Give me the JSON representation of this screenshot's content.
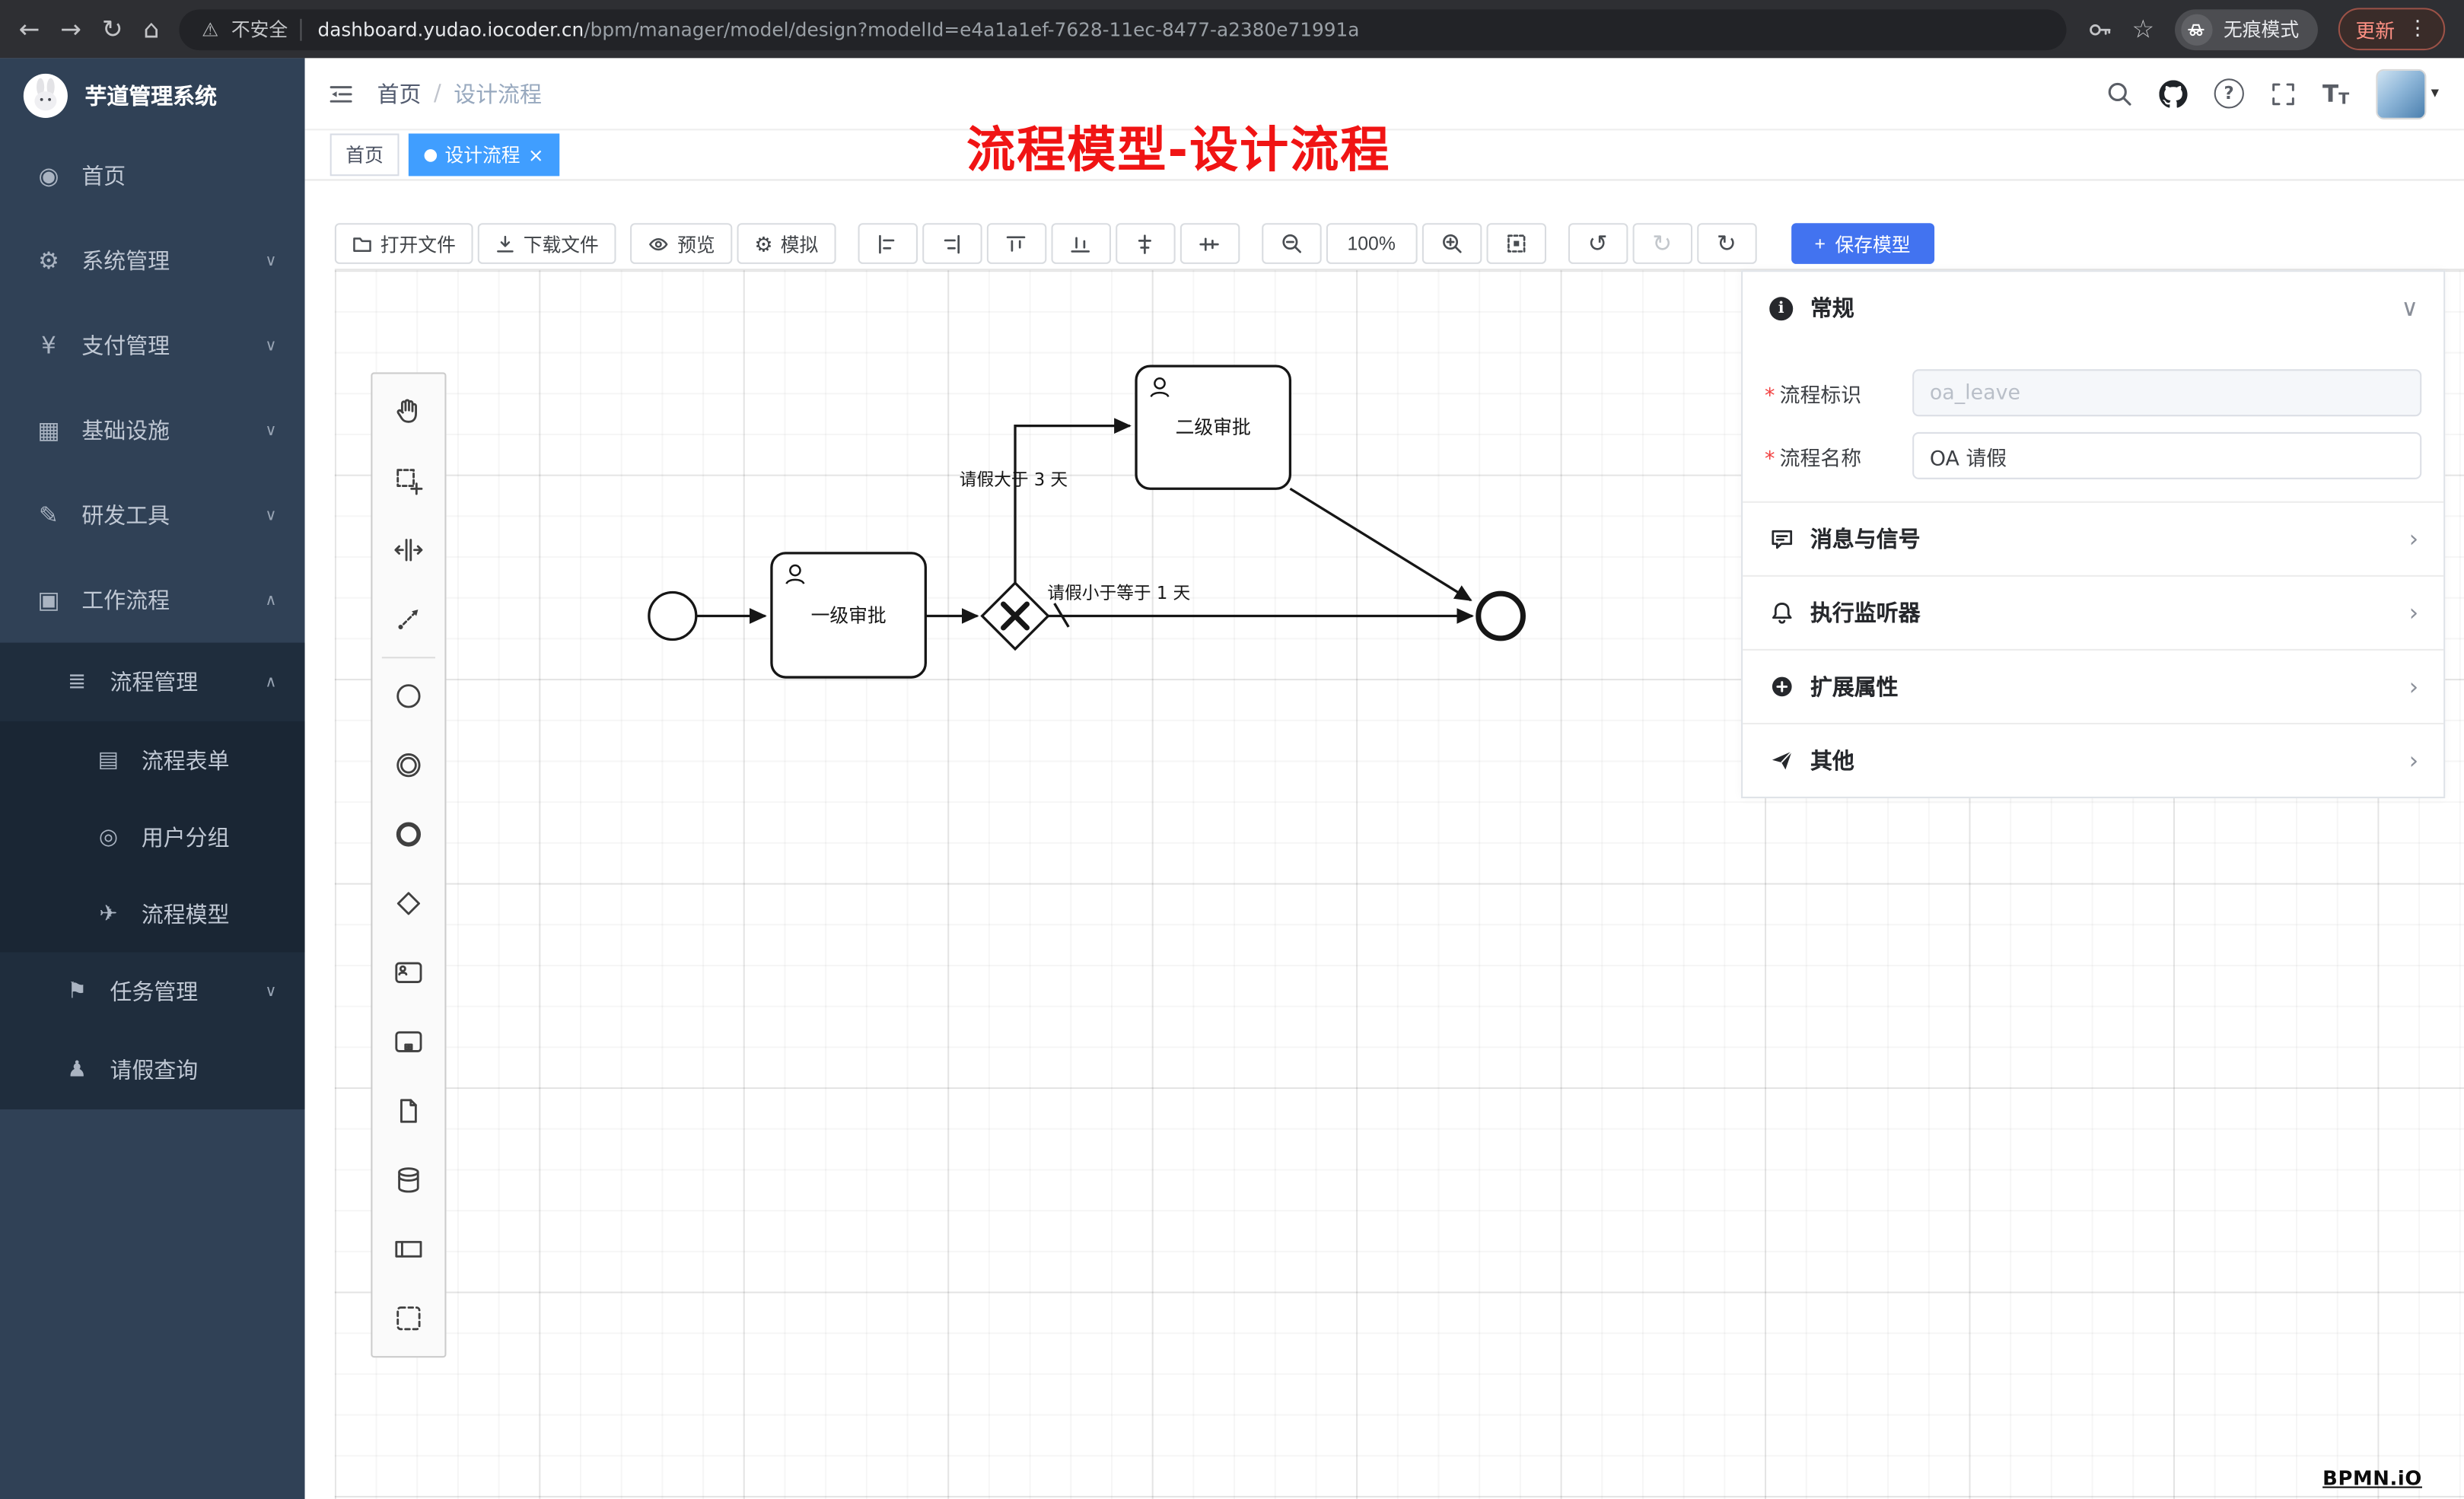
{
  "browser": {
    "security": "不安全",
    "url_host": "dashboard.yudao.iocoder.cn",
    "url_path": "/bpm/manager/model/design?modelId=e4a1a1ef-7628-11ec-8477-a2380e71991a",
    "incognito": "无痕模式",
    "update": "更新"
  },
  "sidebar": {
    "title": "芋道管理系统",
    "items": [
      {
        "label": "首页"
      },
      {
        "label": "系统管理"
      },
      {
        "label": "支付管理"
      },
      {
        "label": "基础设施"
      },
      {
        "label": "研发工具"
      },
      {
        "label": "工作流程"
      }
    ],
    "submenu": {
      "group": "流程管理",
      "children": [
        {
          "label": "流程表单"
        },
        {
          "label": "用户分组"
        },
        {
          "label": "流程模型"
        }
      ],
      "tasks": "任务管理",
      "leave": "请假查询"
    }
  },
  "header": {
    "breadcrumb_root": "首页",
    "breadcrumb_current": "设计流程"
  },
  "annotation": "流程模型-设计流程",
  "tabs": {
    "home": "首页",
    "active": "设计流程"
  },
  "toolbar": {
    "open": "打开文件",
    "download": "下载文件",
    "preview": "预览",
    "simulate": "模拟",
    "zoom": "100%",
    "save": "保存模型"
  },
  "diagram": {
    "task1": "一级审批",
    "task2": "二级审批",
    "flow_gt3": "请假大于 3 天",
    "flow_lte1": "请假小于等于 1 天"
  },
  "panel": {
    "general": "常规",
    "key_label": "流程标识",
    "key_value": "oa_leave",
    "name_label": "流程名称",
    "name_value": "OA 请假",
    "rows": [
      {
        "label": "消息与信号"
      },
      {
        "label": "执行监听器"
      },
      {
        "label": "扩展属性"
      },
      {
        "label": "其他"
      }
    ]
  },
  "watermark": "BPMN.iO",
  "colors": {
    "accent": "#409eff",
    "save_button": "#4273f0",
    "annotation_red": "#f01414",
    "sidebar_bg": "#304156",
    "submenu_bg": "#1f2d3d"
  }
}
